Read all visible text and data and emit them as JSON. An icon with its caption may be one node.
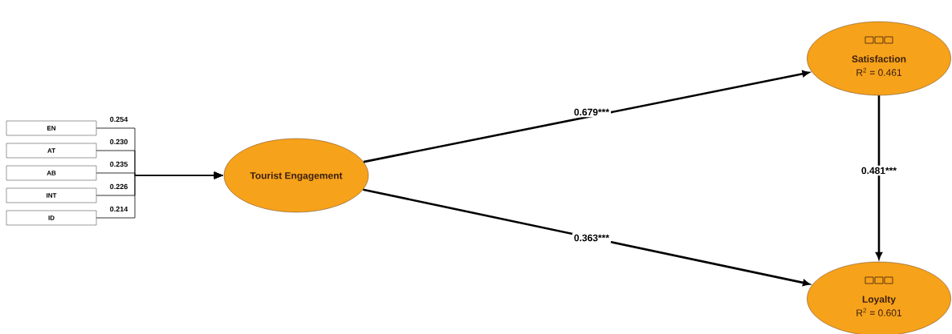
{
  "diagram": {
    "nodes": [
      {
        "text": [
          "EN"
        ]
      },
      {
        "text": [
          "AT"
        ]
      },
      {
        "text": [
          "AB"
        ]
      },
      {
        "text": [
          "INT"
        ]
      },
      {
        "text": [
          "ID"
        ]
      },
      {
        "text": [
          "Tourist Engagement"
        ]
      },
      {
        "text": [
          "Satisfaction",
          "R$^{2}$ = 0.461"
        ]
      },
      {
        "text": [
          "Loyalty",
          "R$^{2}$ = 0.601"
        ]
      }
    ],
    "edges": [
      {
        "from": 0,
        "to": 5,
        "arrow": "to",
        "label": "0.254"
      },
      {
        "from": 1,
        "to": 5,
        "arrow": "to",
        "label": "0.230"
      },
      {
        "from": 2,
        "to": 5,
        "arrow": "to",
        "label": "0.235"
      },
      {
        "from": 3,
        "to": 5,
        "arrow": "to",
        "label": "0.226"
      },
      {
        "from": 4,
        "to": 5,
        "arrow": "to",
        "label": "0.214"
      },
      {
        "from": 5,
        "to": 6,
        "arrow": "to",
        "label": "0.679***",
        "style": "thick"
      },
      {
        "from": 5,
        "to": 7,
        "arrow": "to",
        "label": "0.363***",
        "style": "thick"
      },
      {
        "from": 6,
        "to": 7,
        "arrow": "to",
        "label": "0.481***",
        "style": "thick"
      }
    ]
  }
}
